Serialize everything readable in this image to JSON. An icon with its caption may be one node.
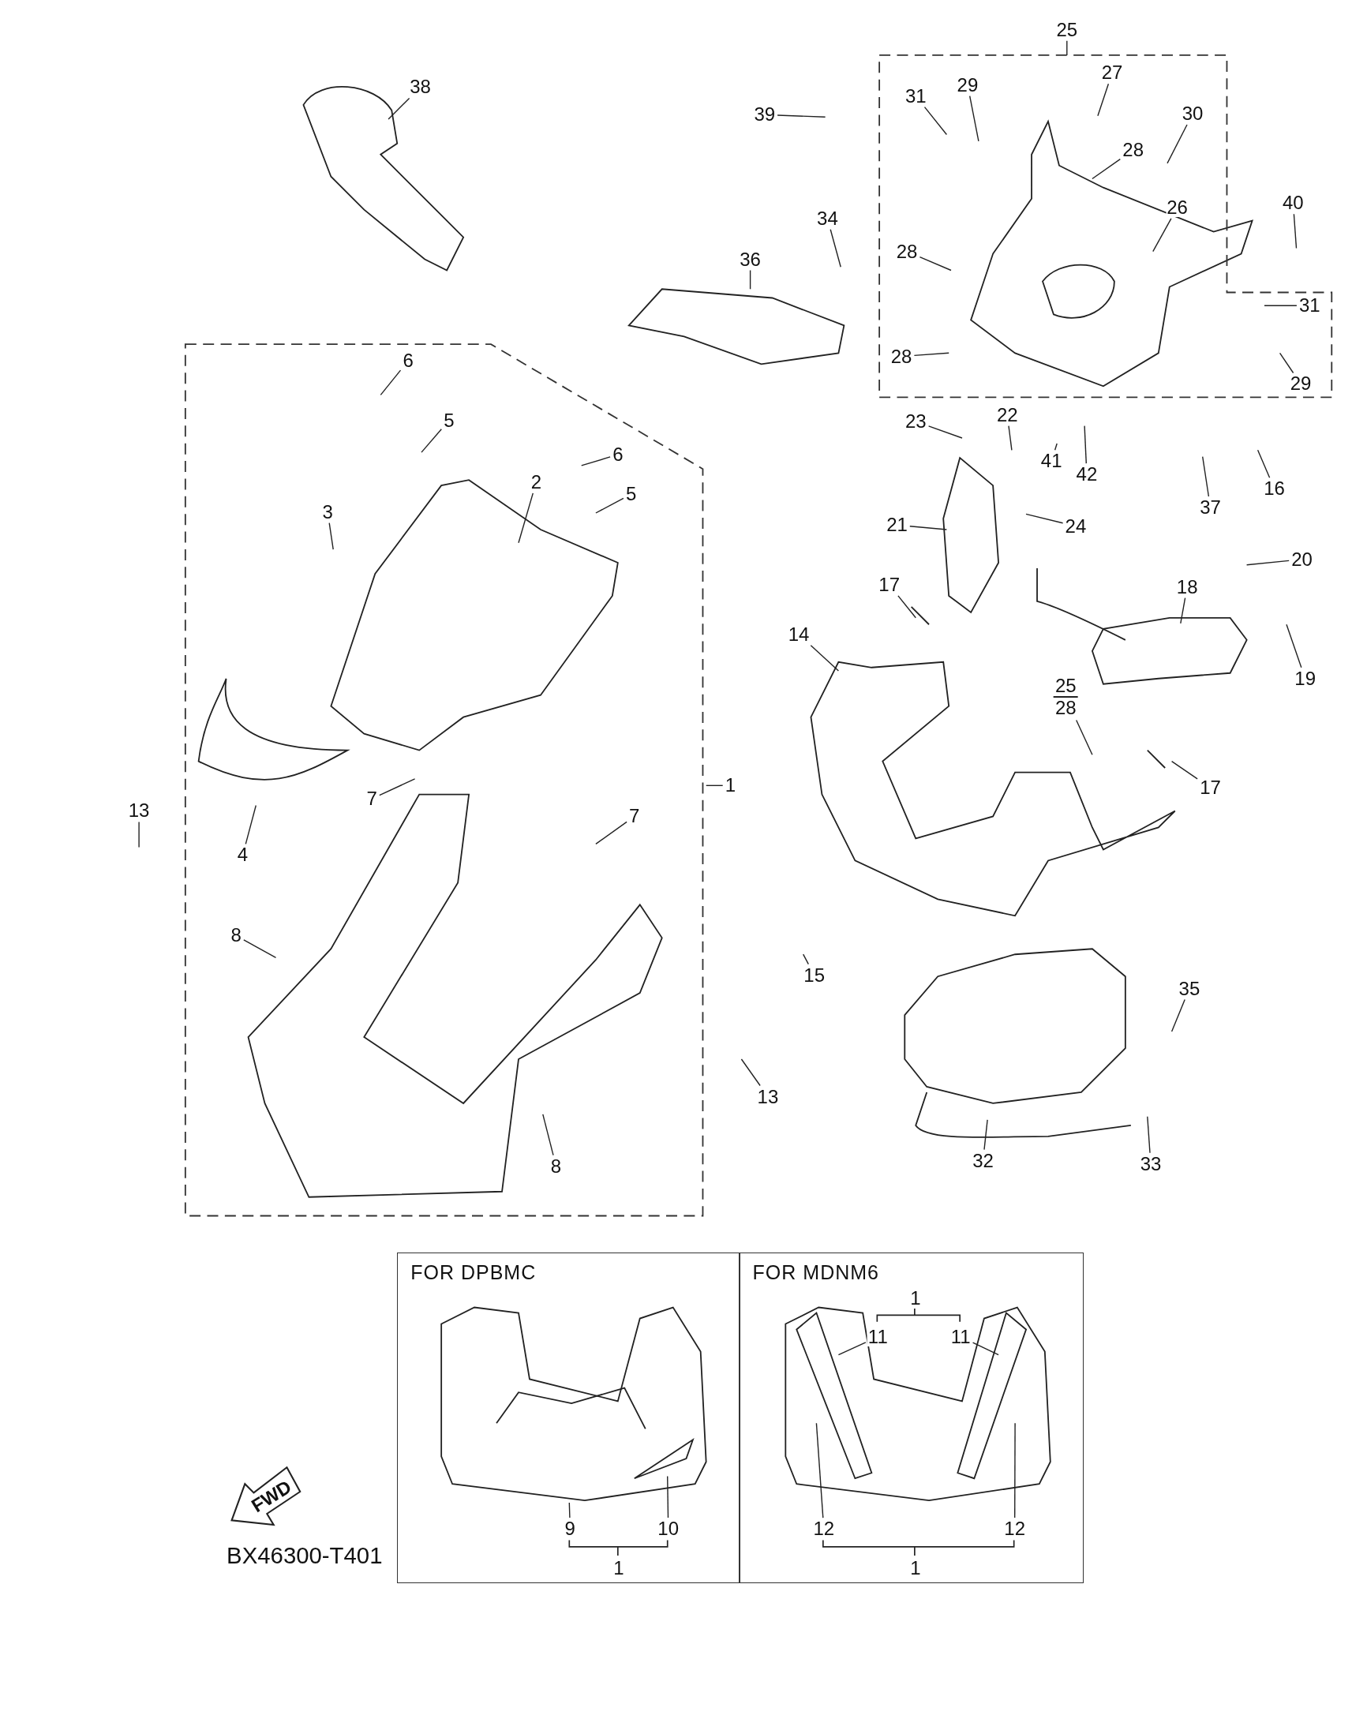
{
  "diagram": {
    "nodes": [
      {
        "text": [
          "25"
        ]
      },
      {
        "text": [
          "38"
        ]
      },
      {
        "text": [
          "27"
        ]
      },
      {
        "text": [
          "29"
        ]
      },
      {
        "text": [
          "31"
        ]
      },
      {
        "text": [
          "39"
        ]
      },
      {
        "text": [
          "30"
        ]
      },
      {
        "text": [
          "28"
        ]
      },
      {
        "text": [
          "40"
        ]
      },
      {
        "text": [
          "26"
        ]
      },
      {
        "text": [
          "34"
        ]
      },
      {
        "text": [
          "28"
        ]
      },
      {
        "text": [
          "36"
        ]
      },
      {
        "text": [
          "31"
        ]
      },
      {
        "text": [
          "28"
        ]
      },
      {
        "text": [
          "6"
        ]
      },
      {
        "text": [
          "29"
        ]
      },
      {
        "text": [
          "22"
        ]
      },
      {
        "text": [
          "5"
        ]
      },
      {
        "text": [
          "23"
        ]
      },
      {
        "text": [
          "6"
        ]
      },
      {
        "text": [
          "41"
        ]
      },
      {
        "text": [
          "42"
        ]
      },
      {
        "text": [
          "2"
        ]
      },
      {
        "text": [
          "16"
        ]
      },
      {
        "text": [
          "5"
        ]
      },
      {
        "text": [
          "37"
        ]
      },
      {
        "text": [
          "3"
        ]
      },
      {
        "text": [
          "21"
        ]
      },
      {
        "text": [
          "24"
        ]
      },
      {
        "text": [
          "20"
        ]
      },
      {
        "text": [
          "17"
        ]
      },
      {
        "text": [
          "18"
        ]
      },
      {
        "text": [
          "14"
        ]
      },
      {
        "text": [
          "19"
        ]
      },
      {
        "text": [
          "25",
          "28"
        ]
      },
      {
        "text": [
          "1"
        ]
      },
      {
        "text": [
          "17"
        ]
      },
      {
        "text": [
          "7"
        ]
      },
      {
        "text": [
          "13"
        ]
      },
      {
        "text": [
          "7"
        ]
      },
      {
        "text": [
          "4"
        ]
      },
      {
        "text": [
          "8"
        ]
      },
      {
        "text": [
          "15"
        ]
      },
      {
        "text": [
          "35"
        ]
      },
      {
        "text": [
          "13"
        ]
      },
      {
        "text": [
          "32"
        ]
      },
      {
        "text": [
          "33"
        ]
      },
      {
        "text": [
          "8"
        ]
      },
      {
        "text": [
          "FOR  DPBMC"
        ]
      },
      {
        "text": [
          "9"
        ],
        "in": 49
      },
      {
        "text": [
          "10"
        ],
        "in": 49
      },
      {
        "text": [
          "1"
        ],
        "in": 49
      },
      {
        "text": [
          "FOR  MDNM6"
        ]
      },
      {
        "text": [
          "1"
        ],
        "in": 53
      },
      {
        "text": [
          "11"
        ],
        "in": 53
      },
      {
        "text": [
          "11"
        ],
        "in": 53
      },
      {
        "text": [
          "12"
        ],
        "in": 53
      },
      {
        "text": [
          "12"
        ],
        "in": 53
      },
      {
        "text": [
          "1"
        ],
        "in": 53
      }
    ],
    "edges": [
      {
        "from": 0,
        "to": null,
        "arrow": "none"
      },
      {
        "from": 1,
        "to": null,
        "arrow": "none"
      },
      {
        "from": 2,
        "to": null,
        "arrow": "none"
      },
      {
        "from": 3,
        "to": null,
        "arrow": "none"
      },
      {
        "from": 4,
        "to": null,
        "arrow": "none"
      },
      {
        "from": 5,
        "to": null,
        "arrow": "none"
      },
      {
        "from": 6,
        "to": null,
        "arrow": "none"
      },
      {
        "from": 7,
        "to": null,
        "arrow": "none"
      },
      {
        "from": 8,
        "to": null,
        "arrow": "none"
      },
      {
        "from": 9,
        "to": null,
        "arrow": "none"
      },
      {
        "from": 10,
        "to": null,
        "arrow": "none"
      },
      {
        "from": 11,
        "to": null,
        "arrow": "none"
      },
      {
        "from": 12,
        "to": null,
        "arrow": "none"
      },
      {
        "from": 13,
        "to": null,
        "arrow": "none"
      },
      {
        "from": 14,
        "to": null,
        "arrow": "none"
      },
      {
        "from": 15,
        "to": null,
        "arrow": "none"
      },
      {
        "from": 16,
        "to": null,
        "arrow": "none"
      },
      {
        "from": 17,
        "to": null,
        "arrow": "none"
      },
      {
        "from": 18,
        "to": null,
        "arrow": "none"
      },
      {
        "from": 19,
        "to": null,
        "arrow": "none"
      },
      {
        "from": 20,
        "to": null,
        "arrow": "none"
      },
      {
        "from": 21,
        "to": null,
        "arrow": "none"
      },
      {
        "from": 22,
        "to": null,
        "arrow": "none"
      },
      {
        "from": 23,
        "to": null,
        "arrow": "none"
      },
      {
        "from": 24,
        "to": null,
        "arrow": "none"
      },
      {
        "from": 25,
        "to": null,
        "arrow": "none"
      },
      {
        "from": 26,
        "to": null,
        "arrow": "none"
      },
      {
        "from": 27,
        "to": null,
        "arrow": "none"
      },
      {
        "from": 28,
        "to": null,
        "arrow": "none"
      },
      {
        "from": 29,
        "to": null,
        "arrow": "none"
      },
      {
        "from": 30,
        "to": null,
        "arrow": "none"
      },
      {
        "from": 31,
        "to": null,
        "arrow": "none"
      },
      {
        "from": 32,
        "to": null,
        "arrow": "none"
      },
      {
        "from": 33,
        "to": null,
        "arrow": "none"
      },
      {
        "from": 34,
        "to": null,
        "arrow": "none"
      },
      {
        "from": 35,
        "to": null,
        "arrow": "none"
      },
      {
        "from": 36,
        "to": null,
        "arrow": "none"
      },
      {
        "from": 37,
        "to": null,
        "arrow": "none"
      },
      {
        "from": 38,
        "to": null,
        "arrow": "none"
      },
      {
        "from": 39,
        "to": null,
        "arrow": "none"
      },
      {
        "from": 40,
        "to": null,
        "arrow": "none"
      },
      {
        "from": 41,
        "to": null,
        "arrow": "none"
      },
      {
        "from": 42,
        "to": null,
        "arrow": "none"
      },
      {
        "from": 43,
        "to": null,
        "arrow": "none"
      },
      {
        "from": 44,
        "to": null,
        "arrow": "none"
      },
      {
        "from": 45,
        "to": null,
        "arrow": "none"
      },
      {
        "from": 46,
        "to": null,
        "arrow": "none"
      },
      {
        "from": 47,
        "to": null,
        "arrow": "none"
      },
      {
        "from": 48,
        "to": null,
        "arrow": "none"
      },
      {
        "from": 50,
        "to": null,
        "arrow": "none"
      },
      {
        "from": 51,
        "to": null,
        "arrow": "none"
      },
      {
        "from": 55,
        "to": null,
        "arrow": "none"
      },
      {
        "from": 56,
        "to": null,
        "arrow": "none"
      },
      {
        "from": 57,
        "to": null,
        "arrow": "none"
      },
      {
        "from": 58,
        "to": null,
        "arrow": "none"
      }
    ],
    "labels": [
      "FWD",
      "BX46300-T401"
    ]
  }
}
